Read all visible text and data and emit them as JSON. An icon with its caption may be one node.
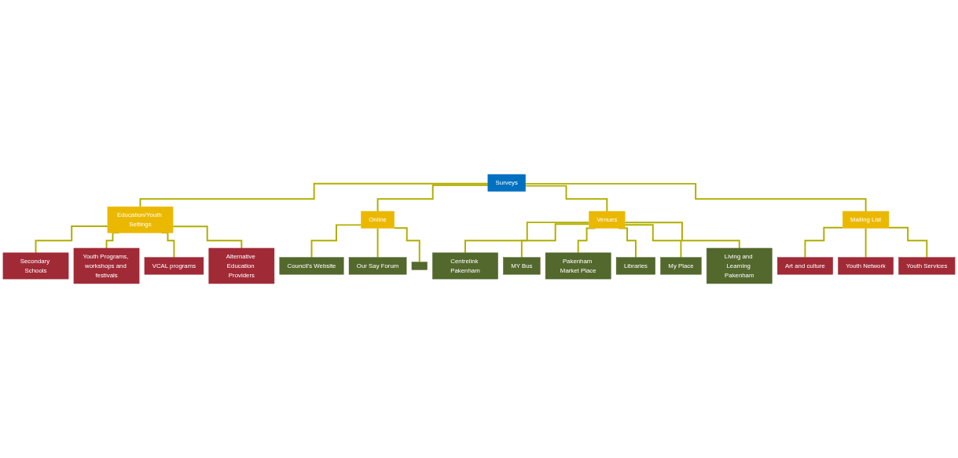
{
  "diagram": {
    "nodes": [
      {
        "text": [
          "Surveys"
        ]
      },
      {
        "text": [
          "Education/Youth Settings"
        ]
      },
      {
        "text": [
          "Online"
        ]
      },
      {
        "text": [
          "Venues"
        ]
      },
      {
        "text": [
          "Mailing List"
        ]
      },
      {
        "text": [
          "Secondary Schools"
        ]
      },
      {
        "text": [
          "Youth Programs, workshops and festivals"
        ]
      },
      {
        "text": [
          "VCAL programs"
        ]
      },
      {
        "text": [
          "Alternative Education Providers"
        ]
      },
      {
        "text": [
          "Council's Website"
        ]
      },
      {
        "text": [
          "Our Say Forum"
        ]
      },
      {
        "text": [],
        "shape": "box"
      },
      {
        "text": [
          "Centrelink Pakenham"
        ]
      },
      {
        "text": [
          "MY Bus"
        ]
      },
      {
        "text": [
          "Pakenham Market Place"
        ]
      },
      {
        "text": [
          "Libraries"
        ]
      },
      {
        "text": [
          "My Place"
        ]
      },
      {
        "text": [
          "Living and Learning Pakenham"
        ]
      },
      {
        "text": [
          "Art and culture"
        ]
      },
      {
        "text": [
          "Youth Network"
        ]
      },
      {
        "text": [
          "Youth Services"
        ]
      }
    ],
    "edges": [
      {
        "from": 0,
        "to": 1,
        "arrow": "none"
      },
      {
        "from": 0,
        "to": 2,
        "arrow": "none"
      },
      {
        "from": 0,
        "to": 3,
        "arrow": "none"
      },
      {
        "from": 0,
        "to": 4,
        "arrow": "none"
      },
      {
        "from": 1,
        "to": 5,
        "arrow": "none"
      },
      {
        "from": 1,
        "to": 6,
        "arrow": "none"
      },
      {
        "from": 1,
        "to": 7,
        "arrow": "none"
      },
      {
        "from": 1,
        "to": 8,
        "arrow": "none"
      },
      {
        "from": 2,
        "to": 9,
        "arrow": "none"
      },
      {
        "from": 2,
        "to": 10,
        "arrow": "none"
      },
      {
        "from": 2,
        "to": 11,
        "arrow": "none"
      },
      {
        "from": 3,
        "to": 12,
        "arrow": "none"
      },
      {
        "from": 3,
        "to": 13,
        "arrow": "none"
      },
      {
        "from": 3,
        "to": 14,
        "arrow": "none"
      },
      {
        "from": 3,
        "to": 15,
        "arrow": "none"
      },
      {
        "from": 3,
        "to": 16,
        "arrow": "none"
      },
      {
        "from": 3,
        "to": 17,
        "arrow": "none"
      },
      {
        "from": 4,
        "to": 18,
        "arrow": "none"
      },
      {
        "from": 4,
        "to": 19,
        "arrow": "none"
      },
      {
        "from": 4,
        "to": 20,
        "arrow": "none"
      }
    ]
  }
}
